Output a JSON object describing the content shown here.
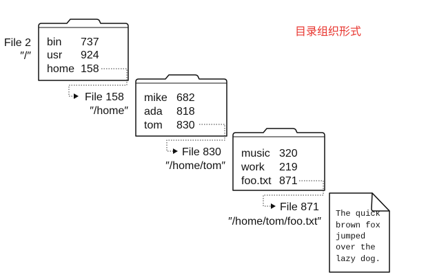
{
  "title": "目录组织形式",
  "title_color": "#e8352f",
  "stroke_color": "#111111",
  "root_label": {
    "file": "File 2",
    "path": "″/″"
  },
  "directories": [
    {
      "entries": [
        {
          "name": "bin",
          "inode": "737"
        },
        {
          "name": "usr",
          "inode": "924"
        },
        {
          "name": "home",
          "inode": "158"
        }
      ]
    },
    {
      "file": "File 158",
      "path": "″/home″",
      "entries": [
        {
          "name": "mike",
          "inode": "682"
        },
        {
          "name": "ada",
          "inode": "818"
        },
        {
          "name": "tom",
          "inode": "830"
        }
      ]
    },
    {
      "file": "File 830",
      "path": "″/home/tom″",
      "entries": [
        {
          "name": "music",
          "inode": "320"
        },
        {
          "name": "work",
          "inode": "219"
        },
        {
          "name": "foo.txt",
          "inode": "871"
        }
      ]
    }
  ],
  "file_label": {
    "file": "File 871",
    "path": "″/home/tom/foo.txt″"
  },
  "document": {
    "icon": "document-icon",
    "lines": [
      "The quick",
      "brown fox",
      "jumped",
      "over the",
      "lazy dog."
    ]
  }
}
